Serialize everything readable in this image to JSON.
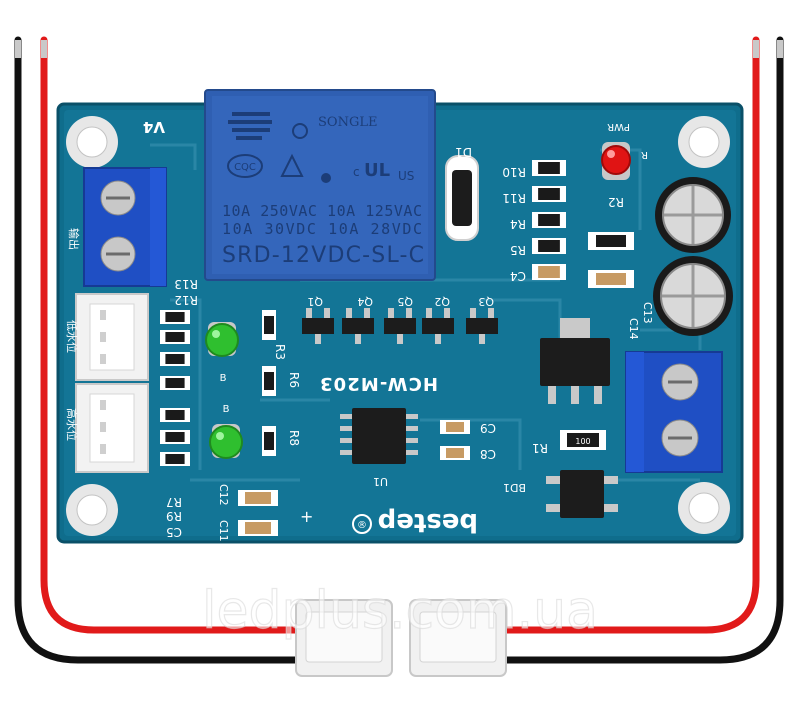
{
  "relay": {
    "brand": "SONGLE",
    "cert_cqc": "CQC",
    "cert_c": "c",
    "cert_ul": "UL",
    "cert_us": "US",
    "spec_line1": "10A 250VAC  10A 125VAC",
    "spec_line2": "10A  30VDC  10A  28VDC",
    "model": "SRD-12VDC-SL-C"
  },
  "board": {
    "version": "V4",
    "model": "HCW-M203",
    "brand": "bestep",
    "registered": "®",
    "plus": "+"
  },
  "silkscreen": {
    "D1": "D1",
    "PWR": "PWR",
    "R_right": "R",
    "R10": "R10",
    "R11": "R11",
    "R2": "R2",
    "R4": "R4",
    "R5": "R5",
    "C4": "C4",
    "C13": "C13",
    "C14": "C14",
    "Q1": "Q1",
    "Q4": "Q4",
    "Q5": "Q5",
    "Q2": "Q2",
    "Q3": "Q3",
    "R3": "R3",
    "R6": "R6",
    "R8": "R8",
    "R12": "R12",
    "R13": "R13",
    "C9": "C9",
    "C8": "C8",
    "R1": "R1",
    "U1": "U1",
    "BD1": "BD1",
    "R7": "R7",
    "C5": "C5",
    "R9": "R9",
    "C12": "C12",
    "C11": "C11",
    "led_b_top": "B",
    "led_b_bot": "B",
    "zh_low": "低水位",
    "zh_high": "高水位",
    "zh_output": "输出",
    "resistor_mark": "100"
  },
  "watermark": "ledplus.com.ua",
  "colors": {
    "pcb": "#0f6d8c",
    "pcb_dark": "#0a5a74",
    "trace": "#2a86a6",
    "relay": "#2f5fb2",
    "terminal": "#1f4fc4",
    "wire_red": "#e11a1a",
    "wire_black": "#111111",
    "led_red": "#e01414",
    "led_green": "#2fbf2f",
    "connector": "#f2f2f2"
  }
}
